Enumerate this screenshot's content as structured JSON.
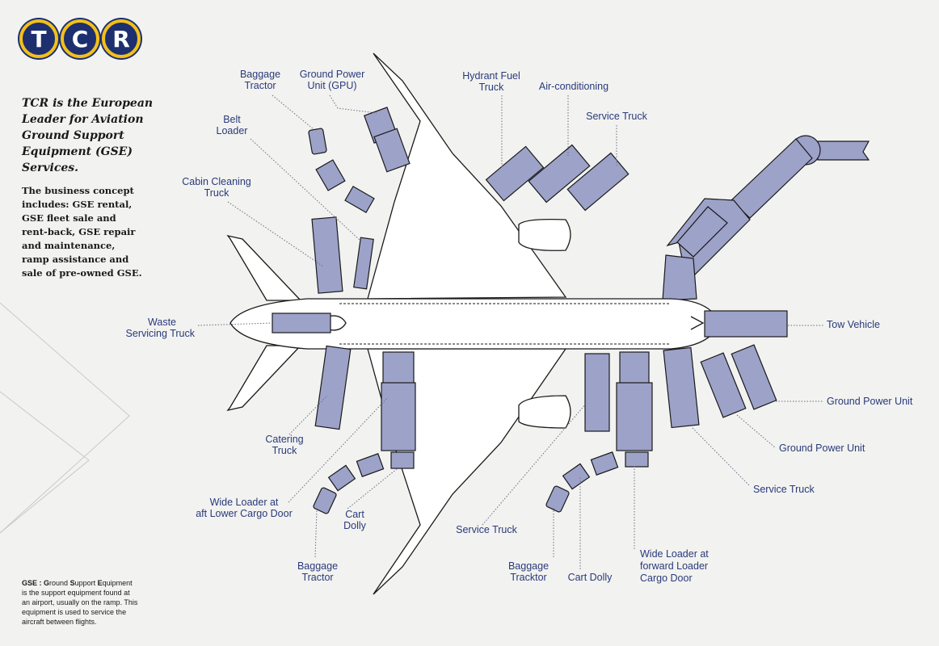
{
  "logo": {
    "letters": [
      "T",
      "C",
      "R"
    ]
  },
  "intro": {
    "title": "TCR is the European Leader for Aviation Ground Support Equipment (GSE) Services.",
    "body": "The business concept includes: GSE rental, GSE fleet sale and rent-back, GSE repair and maintenance, ramp assistance and sale of pre-owned GSE."
  },
  "footnote": {
    "term_g": "G",
    "term_rest1": "round ",
    "term_s": "S",
    "term_rest2": "upport ",
    "term_e": "E",
    "term_rest3": "quipment",
    "abbr": "GSE : ",
    "text": " is the support equipment found at an airport, usually on the ramp. This equipment is used to service the aircraft between flights."
  },
  "labels": {
    "baggage_tractor_top": [
      "Baggage",
      "Tractor"
    ],
    "gpu_top": [
      "Ground Power",
      "Unit (GPU)"
    ],
    "hydrant_fuel_truck": [
      "Hydrant Fuel",
      "Truck"
    ],
    "air_conditioning": [
      "Air-conditioning"
    ],
    "service_truck_top": [
      "Service Truck"
    ],
    "belt_loader": [
      "Belt",
      "Loader"
    ],
    "cabin_cleaning_truck": [
      "Cabin Cleaning",
      "Truck"
    ],
    "waste_servicing_truck": [
      "Waste",
      "Servicing Truck"
    ],
    "tow_vehicle": [
      "Tow Vehicle"
    ],
    "ground_power_unit_1": [
      "Ground Power Unit"
    ],
    "ground_power_unit_2": [
      "Ground Power Unit"
    ],
    "service_truck_right": [
      "Service Truck"
    ],
    "catering_truck": [
      "Catering",
      "Truck"
    ],
    "wide_loader_aft": [
      "Wide Loader at",
      "aft Lower Cargo Door"
    ],
    "cart_dolly_left": [
      "Cart",
      "Dolly"
    ],
    "baggage_tractor_bottom": [
      "Baggage",
      "Tractor"
    ],
    "service_truck_bottom": [
      "Service Truck"
    ],
    "baggage_tracktor": [
      "Baggage",
      "Tracktor"
    ],
    "cart_dolly_right": [
      "Cart Dolly"
    ],
    "wide_loader_forward": [
      "Wide Loader at",
      "forward Loader",
      "Cargo Door"
    ]
  },
  "colors": {
    "brand_navy": "#1d2f6f",
    "brand_yellow": "#f2c01a",
    "vehicle_fill": "#9da2c9",
    "label_text": "#2a3a7a"
  }
}
